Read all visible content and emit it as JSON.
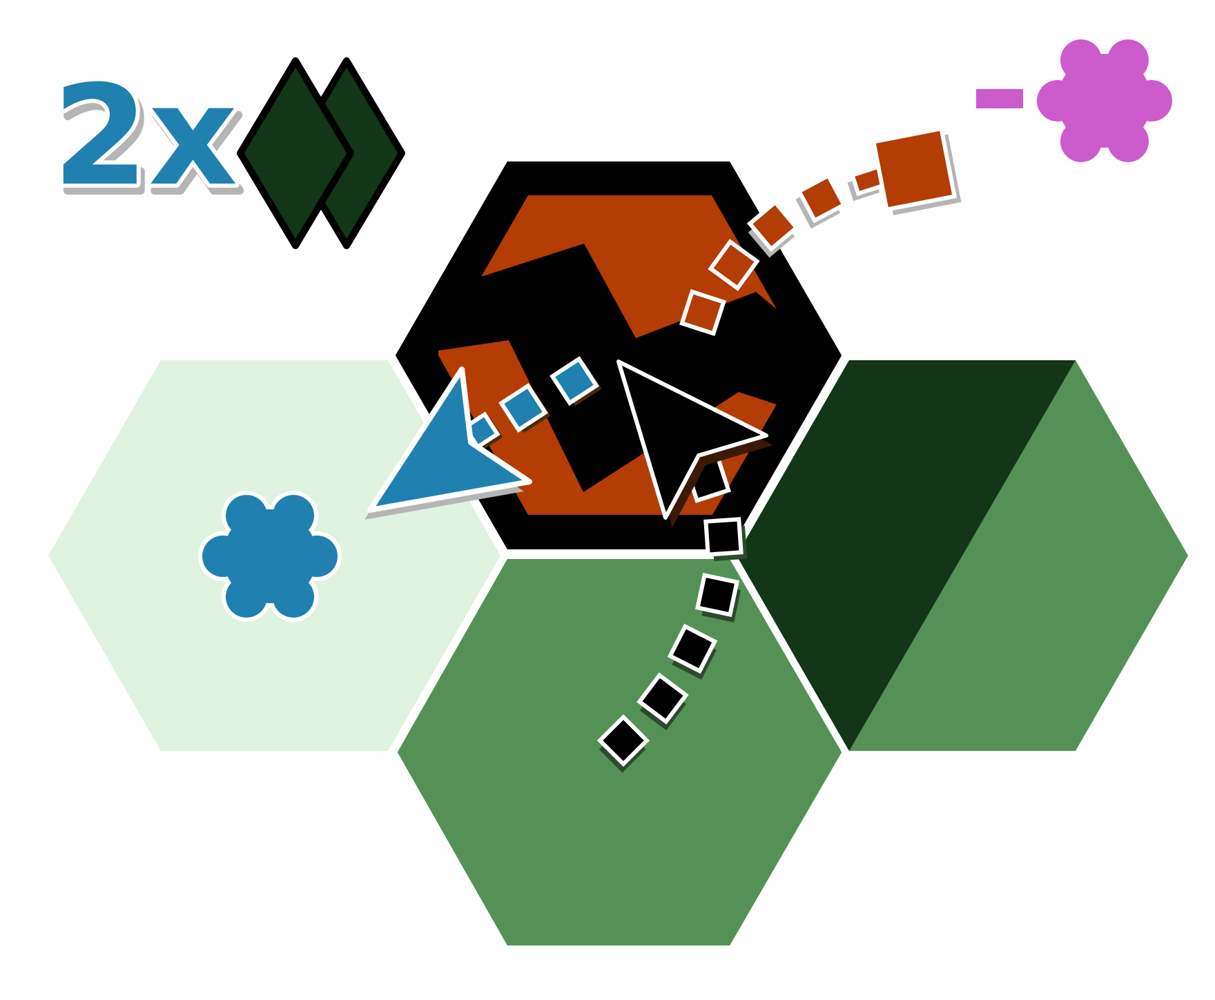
{
  "game": {
    "multiplier_label": "2x",
    "minus_label": "−"
  },
  "tiles": [
    {
      "id": "left",
      "fill": "#e0f2e0",
      "kind": "light-green"
    },
    {
      "id": "center",
      "fill": "#000000",
      "kind": "black"
    },
    {
      "id": "bottom",
      "fill": "#559157",
      "kind": "medium-green"
    },
    {
      "id": "right",
      "fill": "#559157",
      "kind": "split-dark-medium-green",
      "accent": "#133518"
    }
  ],
  "colors": {
    "blue": "#2080b0",
    "orange": "#b43c05",
    "dark_green": "#133518",
    "medium_green": "#559157",
    "light_green": "#e0f2e0",
    "magenta": "#cc5bcc",
    "black": "#000000",
    "white": "#ffffff",
    "shadow": "#b5b5b5"
  },
  "pieces": {
    "blue_arrow": {
      "color": "#2080b0",
      "icon": "arrow-icon"
    },
    "black_arrow": {
      "color": "#000000",
      "icon": "arrow-icon"
    },
    "blue_flower": {
      "color": "#2080b0",
      "icon": "flower-icon"
    },
    "magenta_flower": {
      "color": "#cc5bcc",
      "icon": "flower-icon"
    },
    "orange_square": {
      "color": "#b43c05",
      "icon": "square-icon"
    },
    "green_diamonds": {
      "color": "#133518",
      "icon": "double-diamond-icon"
    }
  }
}
